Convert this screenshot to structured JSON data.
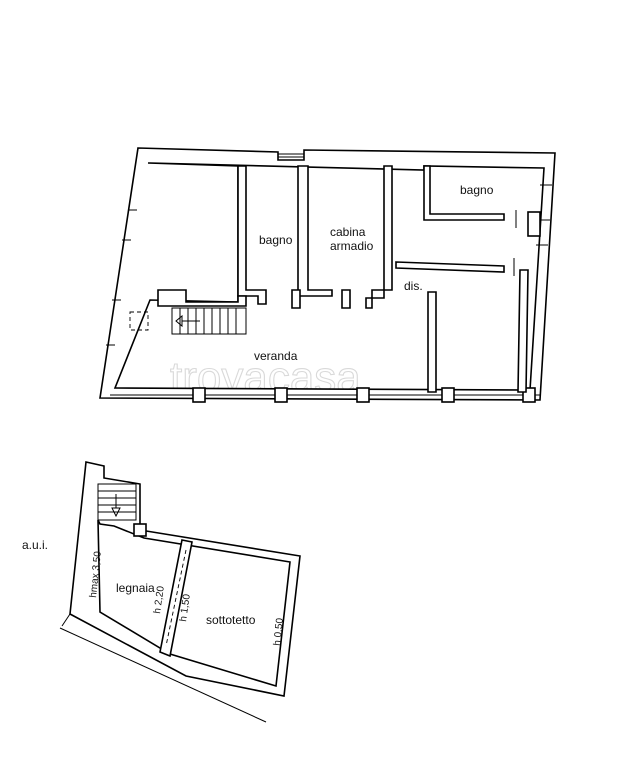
{
  "rooms": {
    "bagno_1": "bagno",
    "cabina_line1": "cabina",
    "cabina_line2": "armadio",
    "bagno_2": "bagno",
    "dis": "dis.",
    "veranda": "veranda",
    "legnaia": "legnaia",
    "sottotetto": "sottotetto"
  },
  "heights": {
    "hmax": "hmax 3,50",
    "h_220": "h 2,20",
    "h_150": "h 1,50",
    "h_050": "h 0,50"
  },
  "labels": {
    "aui": "a.u.i."
  },
  "watermark": "trovacasa"
}
